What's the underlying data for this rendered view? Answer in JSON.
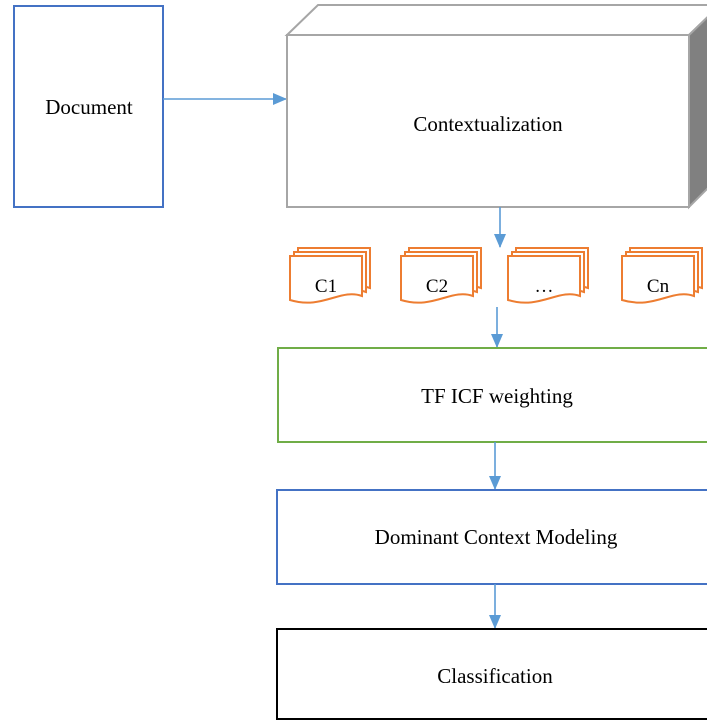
{
  "nodes": {
    "document": "Document",
    "contextualization": "Contextualization",
    "contexts": [
      "C1",
      "C2",
      "…",
      "Cn"
    ],
    "tf_icf": "TF ICF weighting",
    "dominant": "Dominant Context Modeling",
    "classification": "Classification"
  },
  "colors": {
    "document_border": "#4472c4",
    "contextualization_border": "#a6a6a6",
    "contextualization_side": "#808080",
    "context_doc_border": "#ed7d31",
    "tf_icf_border": "#70ad47",
    "dominant_border": "#4472c4",
    "classification_border": "#000000",
    "arrow": "#5b9bd5"
  }
}
